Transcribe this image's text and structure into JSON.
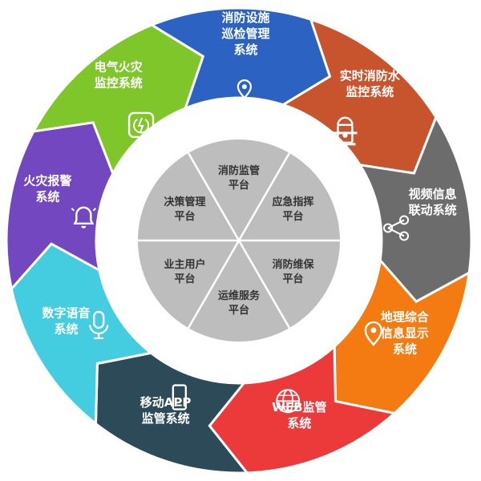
{
  "outer_segments": [
    {
      "id": "fire-water",
      "lines": [
        "实时消防水",
        "监控系统"
      ],
      "color": "#c8542d",
      "icon": "fire-hydrant-icon"
    },
    {
      "id": "video-link",
      "lines": [
        "视频信息",
        "联动系统"
      ],
      "color": "#6c6c6c",
      "icon": "share-nodes-icon"
    },
    {
      "id": "geo-info",
      "lines": [
        "地理综合",
        "信息显示",
        "系统"
      ],
      "color": "#f37b12",
      "icon": "map-pin-icon"
    },
    {
      "id": "web",
      "lines": [
        "WEB监管",
        "系统"
      ],
      "color": "#ec3a3b",
      "icon": "globe-icon"
    },
    {
      "id": "mobile-app",
      "lines": [
        "移动APP",
        "监管系统"
      ],
      "color": "#2c4a57",
      "icon": "mobile-phone-icon"
    },
    {
      "id": "voice",
      "lines": [
        "数字语音",
        "系统"
      ],
      "color": "#44cde0",
      "icon": "microphone-icon"
    },
    {
      "id": "fire-alarm",
      "lines": [
        "火灾报警",
        "系统"
      ],
      "color": "#7347c0",
      "icon": "bell-icon"
    },
    {
      "id": "electric-fire",
      "lines": [
        "电气火灾",
        "监控系统"
      ],
      "color": "#7ec62a",
      "icon": "power-socket-icon"
    },
    {
      "id": "patrol",
      "lines": [
        "消防设施",
        "巡检管理",
        "系统"
      ],
      "color": "#2c62c2",
      "icon": "location-pin-icon"
    }
  ],
  "inner_segments": [
    {
      "id": "fire-supervision",
      "lines": [
        "消防监管",
        "平台"
      ]
    },
    {
      "id": "emergency",
      "lines": [
        "应急指挥",
        "平台"
      ]
    },
    {
      "id": "maintenance",
      "lines": [
        "消防维保",
        "平台"
      ]
    },
    {
      "id": "ops-service",
      "lines": [
        "运维服务",
        "平台"
      ]
    },
    {
      "id": "owner-user",
      "lines": [
        "业主用户",
        "平台"
      ]
    },
    {
      "id": "decision",
      "lines": [
        "决策管理",
        "平台"
      ]
    }
  ],
  "colors": {
    "inner_fill": "#bdbdbd",
    "inner_divider": "#ffffff",
    "outer_divider": "#ffffff"
  }
}
